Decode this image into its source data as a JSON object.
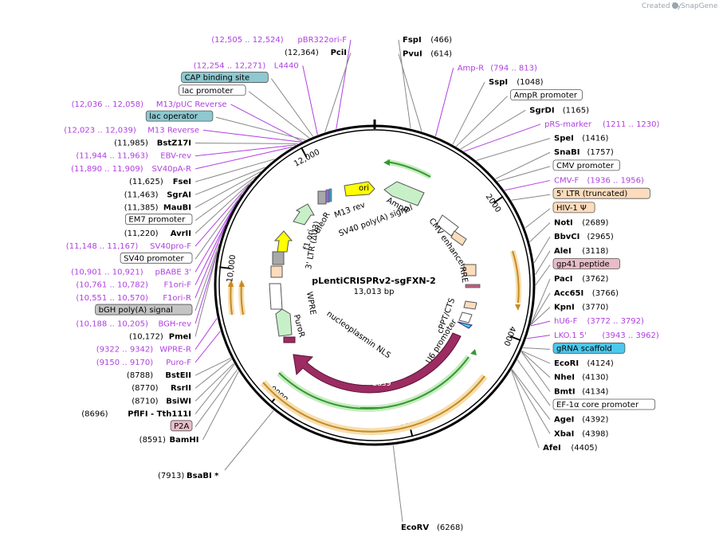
{
  "header": {
    "created_by": "Created by",
    "brand": "SnapGene"
  },
  "plasmid": {
    "name": "pLentiCRISPRv2-sgFXN-2",
    "size": "13,013 bp",
    "length": 13013
  },
  "ticks": [
    {
      "pos": 2000,
      "label": "2000"
    },
    {
      "pos": 4000,
      "label": "4000"
    },
    {
      "pos": 6000,
      "label": "6000"
    },
    {
      "pos": 8000,
      "label": "8000"
    },
    {
      "pos": 10000,
      "label": "10,000"
    },
    {
      "pos": 12000,
      "label": "12,000"
    }
  ],
  "labels_right": [
    {
      "name": "FspI",
      "pos": "(466)",
      "kind": "enzyme",
      "site": 466
    },
    {
      "name": "PvuI",
      "pos": "(614)",
      "kind": "enzyme",
      "site": 614
    },
    {
      "name": "Amp-R",
      "pos": "(794 .. 813)",
      "kind": "primer",
      "site": 803
    },
    {
      "name": "SspI",
      "pos": "(1048)",
      "kind": "enzyme",
      "site": 1048
    },
    {
      "name": "AmpR promoter",
      "pos": "",
      "kind": "box",
      "color": "#ffffff",
      "site": 1100
    },
    {
      "name": "SgrDI",
      "pos": "(1165)",
      "kind": "enzyme",
      "site": 1165
    },
    {
      "name": "pRS-marker",
      "pos": "(1211 .. 1230)",
      "kind": "primer",
      "site": 1220
    },
    {
      "name": "SpeI",
      "pos": "(1416)",
      "kind": "enzyme",
      "site": 1416
    },
    {
      "name": "SnaBI",
      "pos": "(1757)",
      "kind": "enzyme",
      "site": 1757
    },
    {
      "name": "CMV promoter",
      "pos": "",
      "kind": "box",
      "color": "#ffffff",
      "site": 1800
    },
    {
      "name": "CMV-F",
      "pos": "(1936 .. 1956)",
      "kind": "primer",
      "site": 1946
    },
    {
      "name": "5' LTR (truncated)",
      "pos": "",
      "kind": "box",
      "color": "#fcdcbc",
      "site": 2100
    },
    {
      "name": "HIV-1 Ψ",
      "pos": "",
      "kind": "box",
      "color": "#fcdcbc",
      "site": 2500
    },
    {
      "name": "NotI",
      "pos": "(2689)",
      "kind": "enzyme",
      "site": 2689
    },
    {
      "name": "BbvCI",
      "pos": "(2965)",
      "kind": "enzyme",
      "site": 2965
    },
    {
      "name": "AleI",
      "pos": "(3118)",
      "kind": "enzyme",
      "site": 3118
    },
    {
      "name": "gp41 peptide",
      "pos": "",
      "kind": "box",
      "color": "#e8bcc8",
      "site": 3250
    },
    {
      "name": "PacI",
      "pos": "(3762)",
      "kind": "enzyme",
      "site": 3762
    },
    {
      "name": "Acc65I",
      "pos": "(3766)",
      "kind": "enzyme",
      "site": 3766
    },
    {
      "name": "KpnI",
      "pos": "(3770)",
      "kind": "enzyme",
      "site": 3770
    },
    {
      "name": "hU6-F",
      "pos": "(3772 .. 3792)",
      "kind": "primer",
      "site": 3782
    },
    {
      "name": "LKO.1 5'",
      "pos": "(3943 .. 3962)",
      "kind": "primer",
      "site": 3952
    },
    {
      "name": "gRNA scaffold",
      "pos": "",
      "kind": "box",
      "color": "#4cc8ec",
      "site": 4080
    },
    {
      "name": "EcoRI",
      "pos": "(4124)",
      "kind": "enzyme",
      "site": 4124
    },
    {
      "name": "NheI",
      "pos": "(4130)",
      "kind": "enzyme",
      "site": 4130
    },
    {
      "name": "BmtI",
      "pos": "(4134)",
      "kind": "enzyme",
      "site": 4134
    },
    {
      "name": "EF-1α core promoter",
      "pos": "",
      "kind": "box",
      "color": "#ffffff",
      "site": 4250
    },
    {
      "name": "AgeI",
      "pos": "(4392)",
      "kind": "enzyme",
      "site": 4392
    },
    {
      "name": "XbaI",
      "pos": "(4398)",
      "kind": "enzyme",
      "site": 4398
    },
    {
      "name": "AfeI",
      "pos": "(4405)",
      "kind": "enzyme",
      "site": 4405
    },
    {
      "name": "EcoRV",
      "pos": "(6268)",
      "kind": "enzyme",
      "site": 6268
    }
  ],
  "labels_left": [
    {
      "name": "pBR322ori-F",
      "pos": "(12,505 .. 12,524)",
      "kind": "primer",
      "site": 12514
    },
    {
      "name": "PciI",
      "pos": "(12,364)",
      "kind": "enzyme",
      "site": 12364
    },
    {
      "name": "L4440",
      "pos": "(12,254 .. 12,271)",
      "kind": "primer",
      "site": 12262
    },
    {
      "name": "CAP binding site",
      "pos": "",
      "kind": "box",
      "color": "#8ec8d0",
      "site": 12200
    },
    {
      "name": "lac promoter",
      "pos": "",
      "kind": "box",
      "color": "#ffffff",
      "site": 12150
    },
    {
      "name": "M13/pUC Reverse",
      "pos": "(12,036 .. 12,058)",
      "kind": "primer",
      "site": 12047
    },
    {
      "name": "lac operator",
      "pos": "",
      "kind": "box",
      "color": "#8ec8d0",
      "site": 12090
    },
    {
      "name": "M13 Reverse",
      "pos": "(12,023 .. 12,039)",
      "kind": "primer",
      "site": 12031
    },
    {
      "name": "BstZ17I",
      "pos": "(11,985)",
      "kind": "enzyme",
      "site": 11985
    },
    {
      "name": "EBV-rev",
      "pos": "(11,944 .. 11,963)",
      "kind": "primer",
      "site": 11953
    },
    {
      "name": "SV40pA-R",
      "pos": "(11,890 .. 11,909)",
      "kind": "primer",
      "site": 11899
    },
    {
      "name": "FseI",
      "pos": "(11,625)",
      "kind": "enzyme",
      "site": 11625
    },
    {
      "name": "SgrAI",
      "pos": "(11,463)",
      "kind": "enzyme",
      "site": 11463
    },
    {
      "name": "MauBI",
      "pos": "(11,385)",
      "kind": "enzyme",
      "site": 11385
    },
    {
      "name": "EM7 promoter",
      "pos": "",
      "kind": "box",
      "color": "#ffffff",
      "site": 11300
    },
    {
      "name": "AvrII",
      "pos": "(11,220)",
      "kind": "enzyme",
      "site": 11220
    },
    {
      "name": "SV40pro-F",
      "pos": "(11,148 .. 11,167)",
      "kind": "primer",
      "site": 11157
    },
    {
      "name": "SV40 promoter",
      "pos": "",
      "kind": "box",
      "color": "#ffffff",
      "site": 11000
    },
    {
      "name": "pBABE 3'",
      "pos": "(10,901 .. 10,921)",
      "kind": "primer",
      "site": 10911
    },
    {
      "name": "F1ori-F",
      "pos": "(10,761 .. 10,782)",
      "kind": "primer",
      "site": 10771
    },
    {
      "name": "F1ori-R",
      "pos": "(10,551 .. 10,570)",
      "kind": "primer",
      "site": 10560
    },
    {
      "name": "bGH poly(A) signal",
      "pos": "",
      "kind": "box",
      "color": "#c4c4c4",
      "site": 10300
    },
    {
      "name": "BGH-rev",
      "pos": "(10,188 .. 10,205)",
      "kind": "primer",
      "site": 10196
    },
    {
      "name": "PmeI",
      "pos": "(10,172)",
      "kind": "enzyme",
      "site": 10172
    },
    {
      "name": "WPRE-R",
      "pos": "(9322 .. 9342)",
      "kind": "primer",
      "site": 9332
    },
    {
      "name": "Puro-F",
      "pos": "(9150 .. 9170)",
      "kind": "primer",
      "site": 9160
    },
    {
      "name": "BstEII",
      "pos": "(8788)",
      "kind": "enzyme",
      "site": 8788
    },
    {
      "name": "RsrII",
      "pos": "(8770)",
      "kind": "enzyme",
      "site": 8770
    },
    {
      "name": "BsiWI",
      "pos": "(8710)",
      "kind": "enzyme",
      "site": 8710
    },
    {
      "name": "PflFI - Tth111I",
      "pos": "(8696)",
      "kind": "enzyme",
      "site": 8696
    },
    {
      "name": "P2A",
      "pos": "",
      "kind": "box",
      "color": "#e8bcc8",
      "site": 8620
    },
    {
      "name": "BamHI",
      "pos": "(8591)",
      "kind": "enzyme",
      "site": 8591
    },
    {
      "name": "BsaBI *",
      "pos": "(7913)",
      "kind": "enzyme",
      "site": 7913
    }
  ],
  "features": [
    {
      "name": "ori",
      "color": "#ffff00"
    },
    {
      "name": "AmpR",
      "color": "#c8f0c8"
    },
    {
      "name": "CMV enhancer",
      "color": "#ffffff"
    },
    {
      "name": "RRE",
      "color": "#fcdcbc"
    },
    {
      "name": "cPPT/CTS",
      "color": "#fcdcbc"
    },
    {
      "name": "U6 promoter",
      "color": "#ffffff"
    },
    {
      "name": "Cas9",
      "color": "#9c2c62"
    },
    {
      "name": "nucleoplasmin NLS",
      "color": "#9c2c62"
    },
    {
      "name": "PuroR",
      "color": "#c8f0c8"
    },
    {
      "name": "WPRE",
      "color": "#ffffff"
    },
    {
      "name": "3' LTR (ΔU3)",
      "color": "#fcdcbc"
    },
    {
      "name": "f1 ori",
      "color": "#ffff00"
    },
    {
      "name": "BleoR",
      "color": "#c8f0c8"
    },
    {
      "name": "SV40 poly(A) signal",
      "color": "#c4c4c4"
    },
    {
      "name": "M13 rev",
      "color": "#ffffff"
    }
  ],
  "colors": {
    "primer": "#b040e0",
    "enzyme_line": "#888888",
    "backbone": "#000000"
  }
}
